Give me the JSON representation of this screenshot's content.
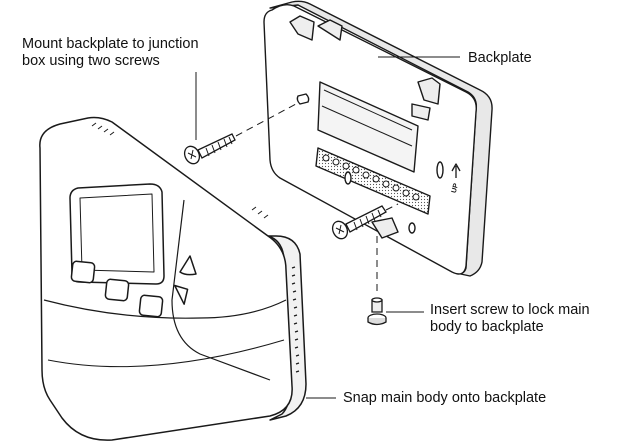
{
  "callouts": {
    "mount": [
      "Mount backplate to junction",
      "box using two screws"
    ],
    "backplate": "Backplate",
    "insert": [
      "Insert screw to lock main",
      "body to backplate"
    ],
    "snap": "Snap main body onto backplate"
  },
  "backplate": {
    "up_label": "UP"
  },
  "colors": {
    "line": "#1a1a1a",
    "fill": "#ffffff",
    "shade": "#dcdcdc"
  }
}
